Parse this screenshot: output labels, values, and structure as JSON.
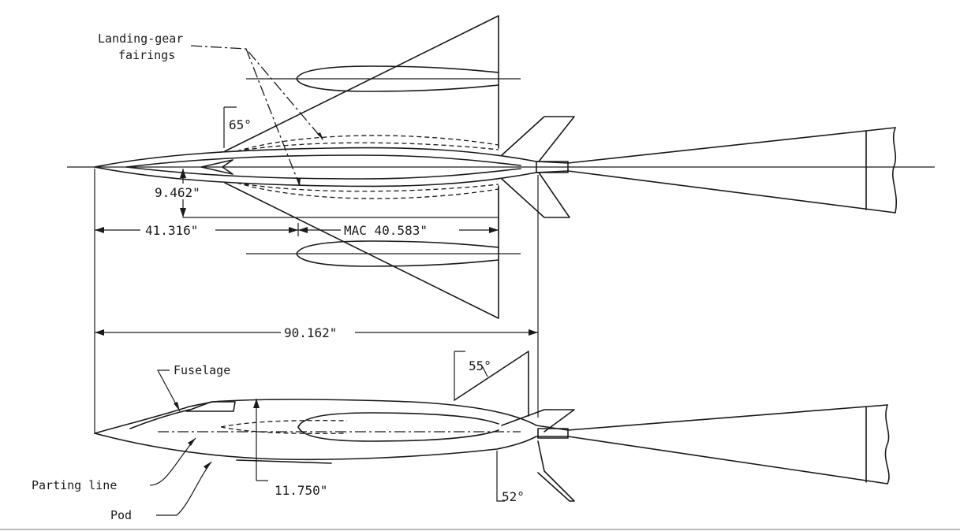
{
  "labels": {
    "landing_gear_line1": "Landing-gear",
    "landing_gear_line2": "fairings",
    "fuselage": "Fuselage",
    "parting_line": "Parting line",
    "pod": "Pod"
  },
  "dimensions": {
    "sweep_wing": "65°",
    "sweep_tail_upper": "55°",
    "sweep_tail_lower": "52°",
    "offset_mac": "9.462\"",
    "mac_station": "41.316\"",
    "mac": "MAC 40.583\"",
    "overall_length": "90.162\"",
    "pod_depth": "11.750\""
  }
}
